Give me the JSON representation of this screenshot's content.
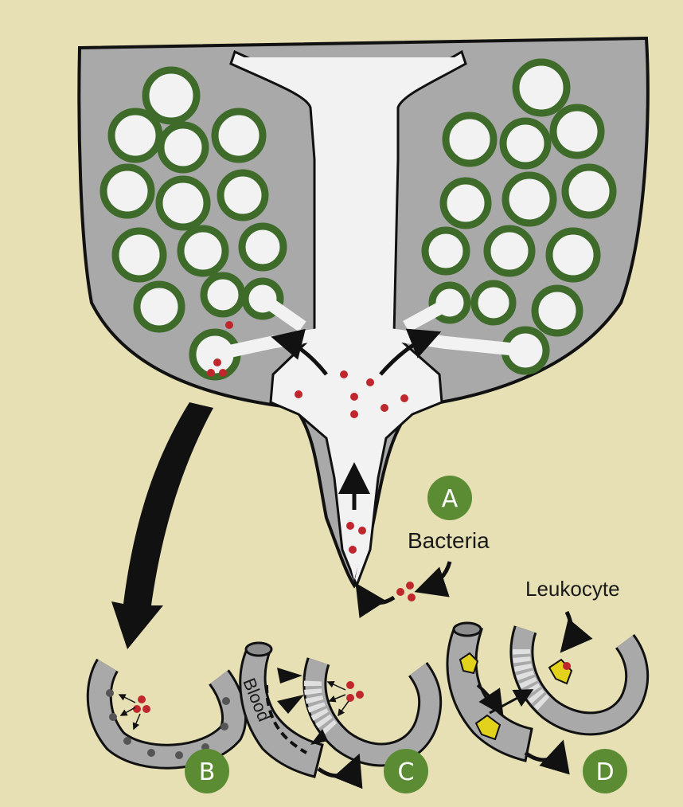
{
  "labels": {
    "bacteria": "Bacteria",
    "leukocyte": "Leukocyte",
    "blood": "Blood"
  },
  "badges": {
    "a": "A",
    "b": "B",
    "c": "C",
    "d": "D"
  },
  "colors": {
    "background": "#e6e0b4",
    "tissue_gray": "#a9a9a9",
    "lumen_white": "#f2f2f2",
    "epithelium_green": "#3e6b2a",
    "bacteria_red": "#c0262d",
    "badge_green": "#5b8c34",
    "leukocyte_yellow": "#e3d21b",
    "arrow_black": "#111111"
  }
}
